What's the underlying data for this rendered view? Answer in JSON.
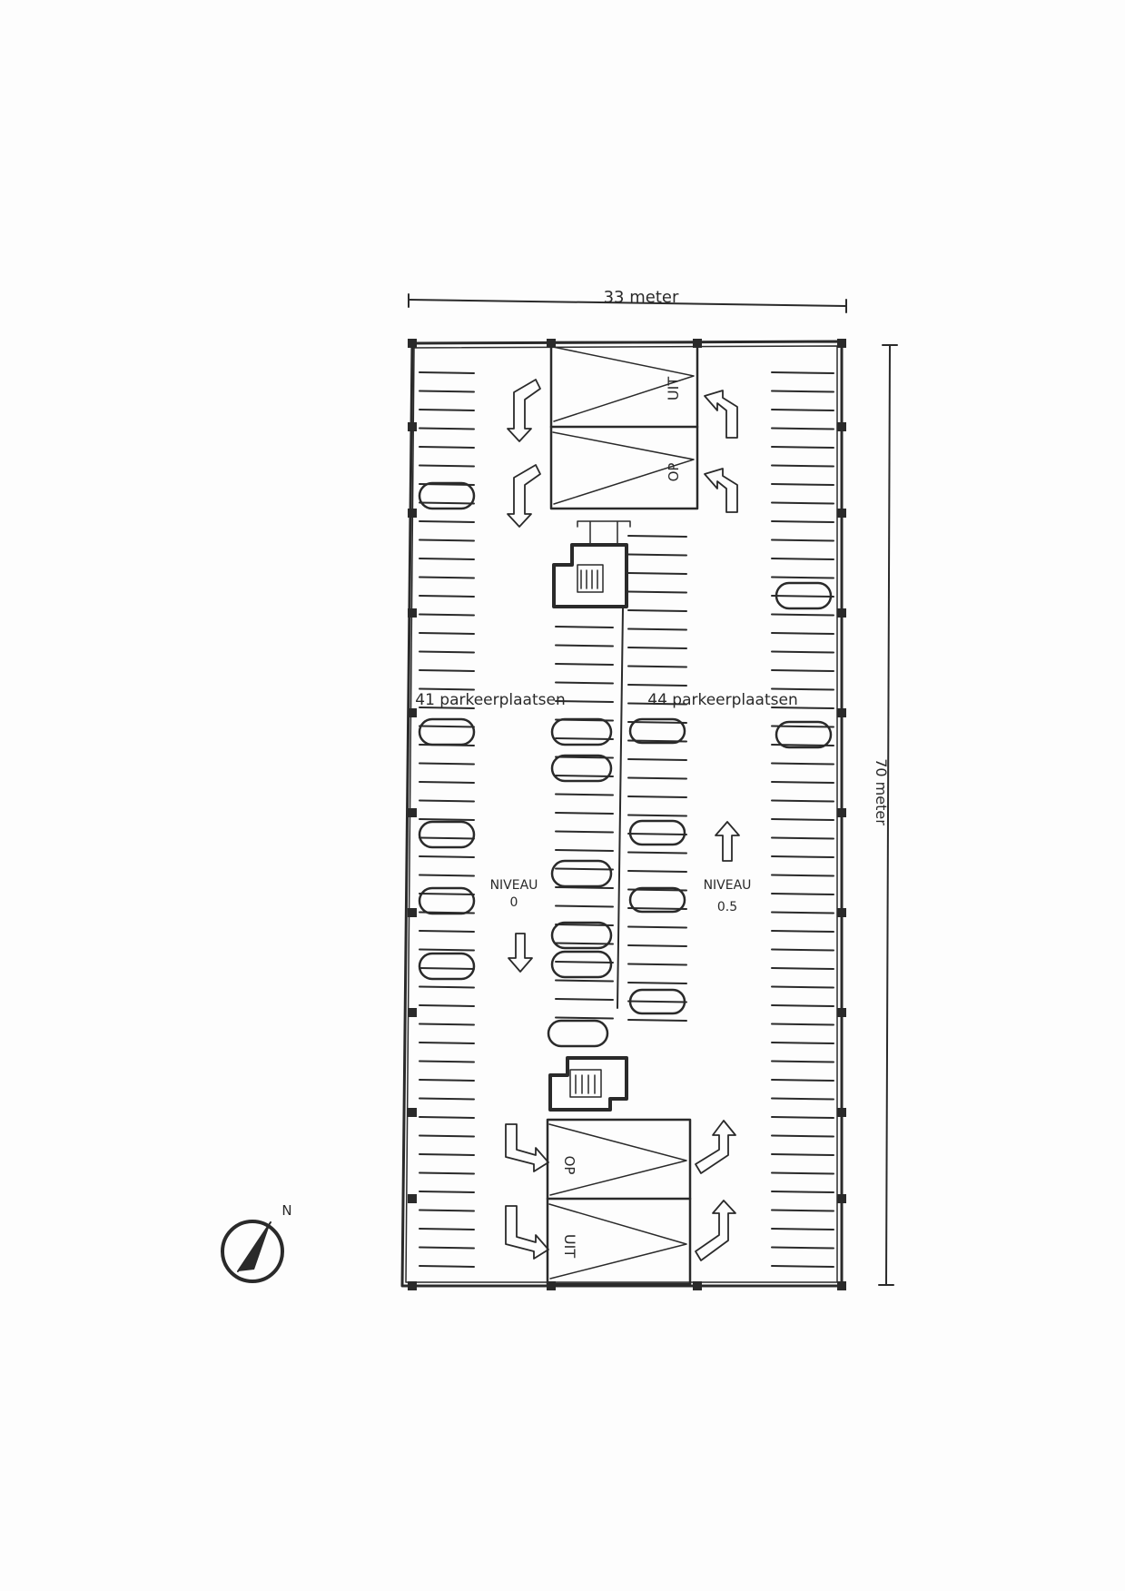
{
  "dimensions": {
    "width_label": "33 meter",
    "height_label": "70 meter"
  },
  "ramps": {
    "up_label": "OP",
    "down_label": "UIT"
  },
  "zones": {
    "left": {
      "capacity_label": "41 parkeerplaatsen",
      "level_label": "NIVEAU",
      "level_value": "0"
    },
    "right": {
      "capacity_label": "44 parkeerplaatsen",
      "level_label": "NIVEAU",
      "level_value": "0.5"
    }
  },
  "compass": {
    "north_label": "N",
    "icon": "north-arrow-icon"
  }
}
